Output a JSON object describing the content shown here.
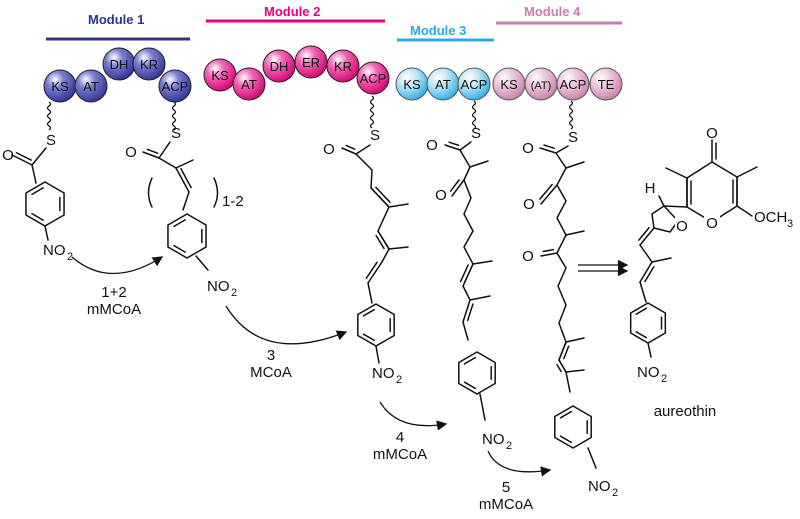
{
  "modules": [
    {
      "title": "Module 1",
      "color": "#2e3192",
      "domains": [
        "KS",
        "AT",
        "DH",
        "KR",
        "ACP"
      ]
    },
    {
      "title": "Module 2",
      "color": "#e6007e",
      "domains": [
        "KS",
        "AT",
        "DH",
        "ER",
        "KR",
        "ACP"
      ]
    },
    {
      "title": "Module 3",
      "color": "#29abe2",
      "domains": [
        "KS",
        "AT",
        "ACP"
      ]
    },
    {
      "title": "Module 4",
      "color": "#c77daa",
      "domains": [
        "KS",
        "(AT)",
        "ACP",
        "TE"
      ]
    }
  ],
  "steps": [
    {
      "line1": "1+2",
      "line2": "mMCoA"
    },
    {
      "line1": "3",
      "line2": "MCoA"
    },
    {
      "line1": "4",
      "line2": "mMCoA"
    },
    {
      "line1": "5",
      "line2": "mMCoA"
    }
  ],
  "atoms": {
    "O": "O",
    "S": "S",
    "NO2": "NO",
    "sub2": "2",
    "H": "H",
    "OCH3": "OCH",
    "sub3": "3",
    "repeat": "1-2"
  },
  "product_name": "aureothin"
}
